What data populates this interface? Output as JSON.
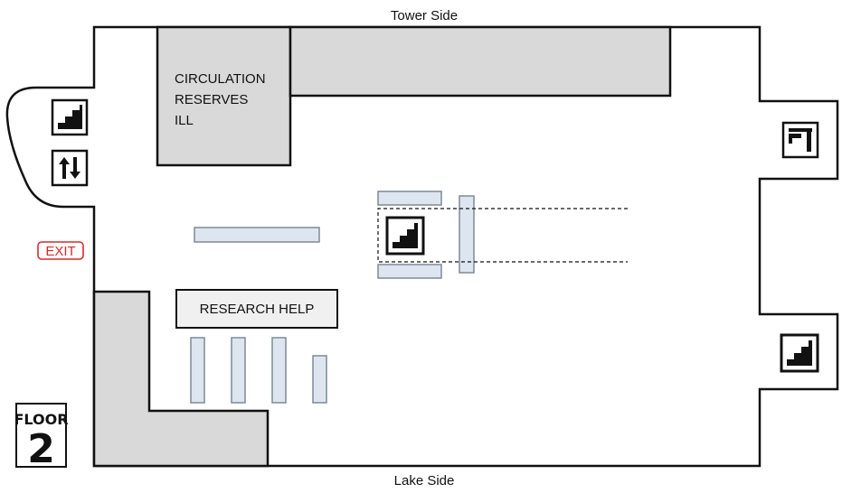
{
  "map": {
    "top_label": "Tower Side",
    "bottom_label": "Lake Side",
    "exit_label": "EXIT",
    "circulation_lines": [
      "CIRCULATION",
      "RESERVES",
      "ILL"
    ],
    "research_help_label": "RESEARCH HELP",
    "floor_badge": {
      "word": "FLOOR",
      "number": "2"
    }
  },
  "icons": {
    "stairs": "stairs-icon",
    "elevator": "elevator-icon",
    "restroom": "sink-icon"
  },
  "colors": {
    "wall": "#111111",
    "room_fill": "#d9d9d9",
    "shelf_fill": "#dde6f0",
    "shelf_stroke": "#7f8a96",
    "exit": "#d62c2c"
  }
}
